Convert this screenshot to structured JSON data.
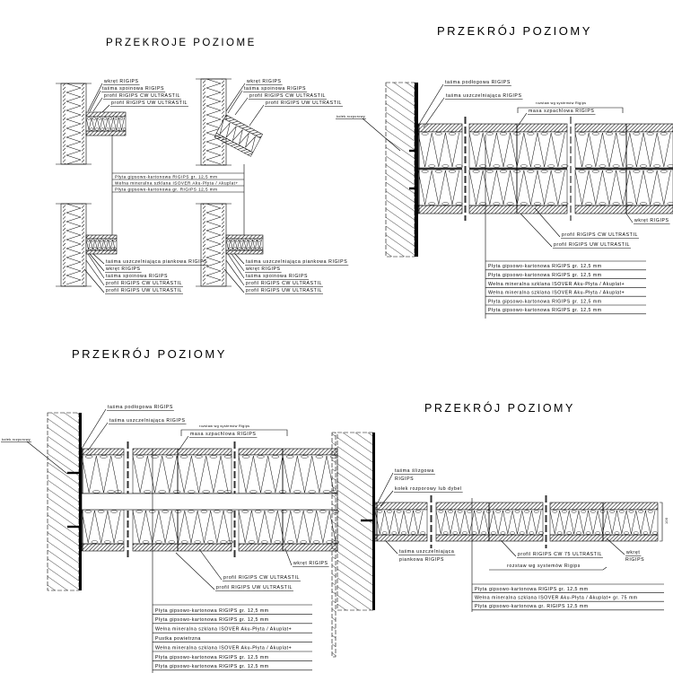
{
  "titles": {
    "top_left": "PRZEKROJE POZIOME",
    "top_right": "PRZEKRÓJ POZIOMY",
    "bottom_left": "PRZEKRÓJ POZIOMY",
    "bottom_right": "PRZEKRÓJ POZIOMY"
  },
  "details_small": {
    "a": [
      "wkręt RIGIPS",
      "taśma spoinowa RIGIPS",
      "profil RIGIPS CW ULTRASTIL",
      "profil RIGIPS UW ULTRASTIL"
    ],
    "b": [
      "wkręt RIGIPS",
      "taśma spoinowa RIGIPS",
      "profil RIGIPS CW ULTRASTIL",
      "profil RIGIPS UW ULTRASTIL"
    ],
    "c": [
      "taśma uszczelniająca piankowa RIGIPS",
      "wkręt RIGIPS",
      "taśma spoinowa RIGIPS",
      "profil RIGIPS CW ULTRASTIL",
      "profil RIGIPS UW ULTRASTIL"
    ],
    "d": [
      "taśma uszczelniająca piankowa RIGIPS",
      "wkręt RIGIPS",
      "taśma spoinowa RIGIPS",
      "profil RIGIPS CW ULTRASTIL",
      "profil RIGIPS UW ULTRASTIL"
    ],
    "table": [
      "Płyta gipsowo-kartonowa RIGIPS gr. 12,5 mm",
      "Wełna mineralna szklana ISOVER Aku-Płyta / Akuplat+",
      "Płyta gipsowo-kartonowa gr. RIGIPS 12,5 mm"
    ]
  },
  "section_top_right": {
    "labels": {
      "tape_floor": "taśma podłogowa RIGIPS",
      "tape_seal": "taśma uszczelniająca RIGIPS",
      "spacing": "rozstaw wg systemów Rigips",
      "filler": "masa szpachlowa RIGIPS",
      "anchor": "kołek rozporowy",
      "screw": "wkręt RIGIPS",
      "cw": "profil RIGIPS CW ULTRASTIL",
      "uw": "profil RIGIPS UW ULTRASTIL"
    },
    "table": [
      "Płyta gipsowo-kartonowa RIGIPS gr. 12,5 mm",
      "Płyta gipsowo-kartonowa RIGIPS gr. 12,5 mm",
      "Wełna mineralna szklana ISOVER Aku-Płyta / Akuplat+",
      "Wełna mineralna szklana ISOVER Aku-Płyta / Akuplat+",
      "Płyta gipsowo-kartonowa RIGIPS gr. 12,5 mm",
      "Płyta gipsowo-kartonowa RIGIPS gr. 12,5 mm"
    ]
  },
  "section_bottom_left": {
    "labels": {
      "tape_floor": "taśma podłogowa RIGIPS",
      "tape_seal": "taśma uszczelniająca RIGIPS",
      "spacing": "rozstaw wg systemów Rigips",
      "filler": "masa szpachlowa RIGIPS",
      "anchor": "kołek rozporowy",
      "screw": "wkręt RIGIPS",
      "cw": "profil RIGIPS CW ULTRASTIL",
      "uw": "profil RIGIPS UW ULTRASTIL"
    },
    "table": [
      "Płyta gipsowo-kartonowa RIGIPS gr. 12,5 mm",
      "Płyta gipsowo-kartonowa RIGIPS gr. 12,5 mm",
      "Wełna mineralna szklana ISOVER Aku-Płyta / Akuplat+",
      "Pustka powietrzna",
      "Wełna mineralna szklana ISOVER Aku-Płyta / Akuplat+",
      "Płyta gipsowo-kartonowa RIGIPS gr. 12,5 mm",
      "Płyta gipsowo-kartonowa RIGIPS gr. 12,5 mm"
    ]
  },
  "section_bottom_right": {
    "labels": {
      "tape_a": "taśma ślizgowa",
      "tape_b": "RIGIPS",
      "anchor": "kołek rozporowy lub dybel",
      "seal_a": "taśma uszczelniająca",
      "seal_b": "piankowa RIGIPS",
      "cw": "profil RIGIPS CW 75 ULTRASTIL",
      "screw_a": "wkręt",
      "screw_b": "RIGIPS",
      "spacing": "rozstaw wg systemów Rigips",
      "dim": "100"
    },
    "table": [
      "Płyta gipsowo-kartonowa RIGIPS gr. 12,5 mm",
      "Wełna mineralna szklana ISOVER Aku-Płyta / Akuplat+ gr. 75 mm",
      "Płyta gipsowo-kartonowa gr. RIGIPS 12,5 mm"
    ]
  }
}
